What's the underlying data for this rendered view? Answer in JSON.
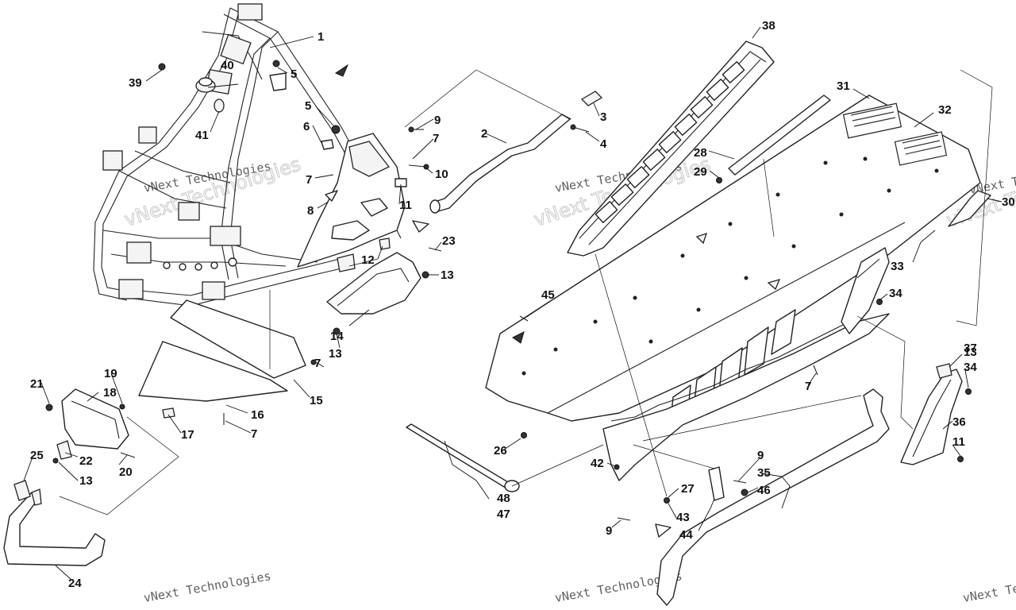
{
  "watermark": {
    "text": "vNext Technologies"
  },
  "callouts": [
    "1",
    "2",
    "3",
    "4",
    "5",
    "5",
    "6",
    "7",
    "7",
    "7",
    "7",
    "7",
    "8",
    "9",
    "9",
    "9",
    "10",
    "11",
    "11",
    "12",
    "13",
    "13",
    "13",
    "13",
    "14",
    "15",
    "16",
    "17",
    "18",
    "19",
    "20",
    "21",
    "22",
    "23",
    "24",
    "25",
    "26",
    "27",
    "28",
    "29",
    "30",
    "31",
    "32",
    "33",
    "34",
    "34",
    "35",
    "36",
    "37",
    "38",
    "39",
    "40",
    "41",
    "42",
    "43",
    "44",
    "45",
    "46",
    "47",
    "48"
  ]
}
